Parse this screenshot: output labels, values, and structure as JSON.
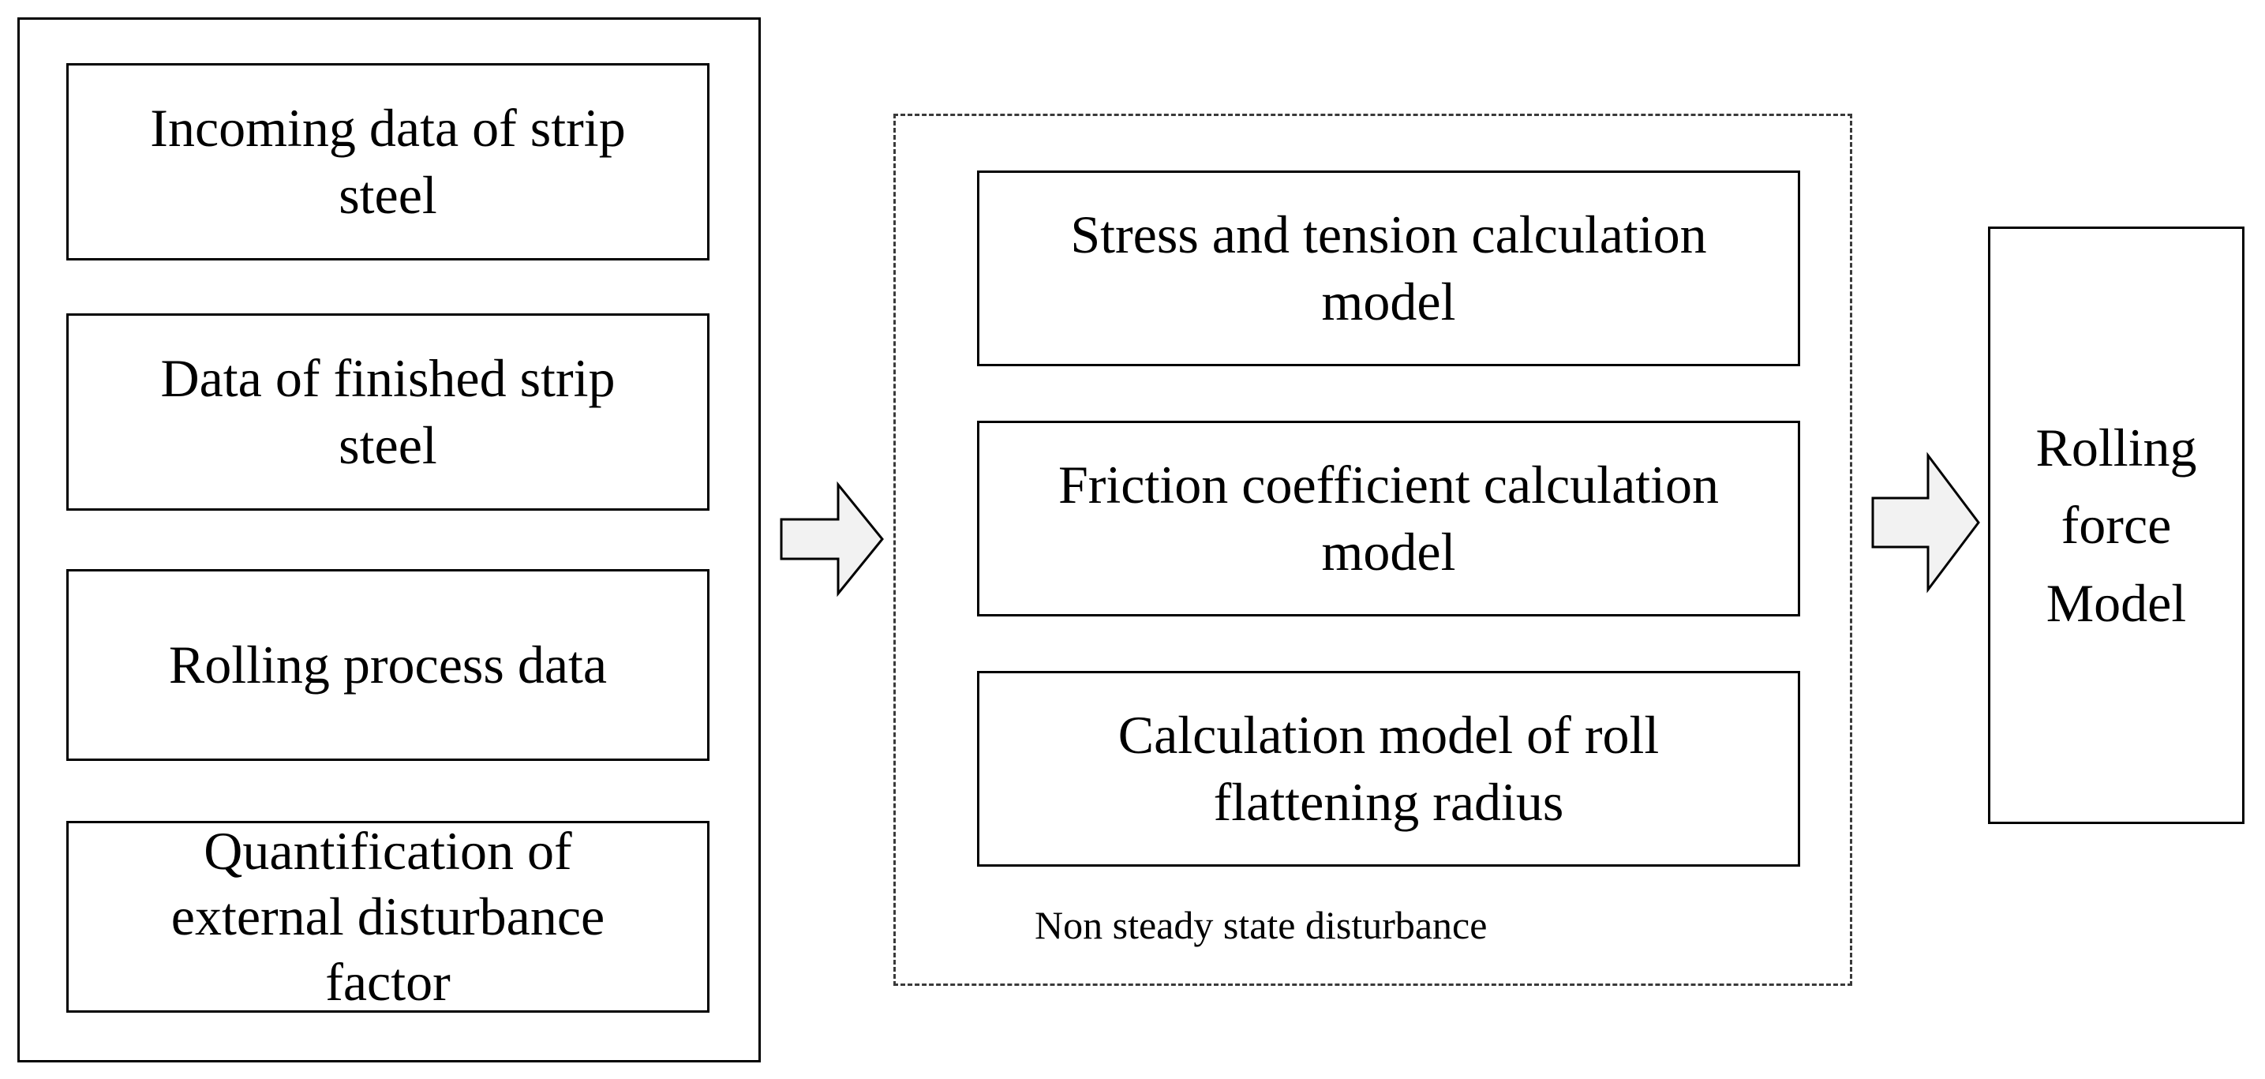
{
  "inputs": [
    {
      "label": "Incoming data of strip\nsteel"
    },
    {
      "label": "Data of finished strip\nsteel"
    },
    {
      "label": "Rolling process data"
    },
    {
      "label": "Quantification of\nexternal disturbance\nfactor"
    }
  ],
  "models": [
    {
      "label": "Stress and tension calculation\nmodel"
    },
    {
      "label": "Friction coefficient calculation\nmodel"
    },
    {
      "label": "Calculation model of roll\nflattening radius"
    }
  ],
  "models_caption": "Non steady state disturbance",
  "output": {
    "label": "Rolling\nforce\nModel"
  },
  "icons": [
    "block-arrow-right",
    "block-arrow-right"
  ],
  "colors": {
    "arrow_fill": "#f2f2f2",
    "line": "#000000",
    "dash": "#3a3a3a"
  }
}
